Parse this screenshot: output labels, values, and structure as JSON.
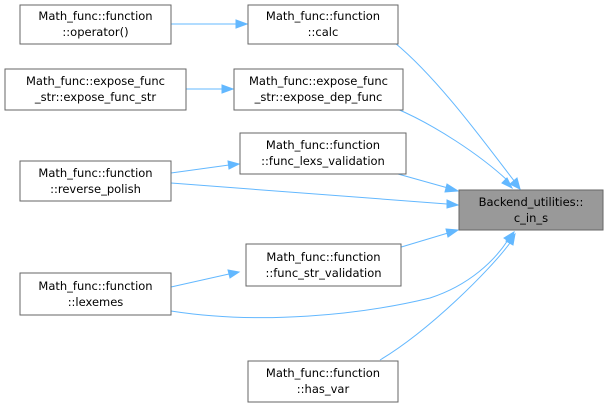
{
  "graph": {
    "nodes": {
      "c_in_s": {
        "line1": "Backend_utilities::",
        "line2": "c_in_s"
      },
      "calc": {
        "line1": "Math_func::function",
        "line2": "::calc"
      },
      "operator": {
        "line1": "Math_func::function",
        "line2": "::operator()"
      },
      "expose_dep_func": {
        "line1": "Math_func::expose_func",
        "line2": "_str::expose_dep_func"
      },
      "expose_func_str": {
        "line1": "Math_func::expose_func",
        "line2": "_str::expose_func_str"
      },
      "func_lexs_validation": {
        "line1": "Math_func::function",
        "line2": "::func_lexs_validation"
      },
      "reverse_polish": {
        "line1": "Math_func::function",
        "line2": "::reverse_polish"
      },
      "func_str_validation": {
        "line1": "Math_func::function",
        "line2": "::func_str_validation"
      },
      "lexemes": {
        "line1": "Math_func::function",
        "line2": "::lexemes"
      },
      "has_var": {
        "line1": "Math_func::function",
        "line2": "::has_var"
      }
    },
    "colors": {
      "edge": "#63b8ff",
      "node_border": "#666666",
      "focus_fill": "#999999",
      "node_fill": "#ffffff"
    }
  }
}
